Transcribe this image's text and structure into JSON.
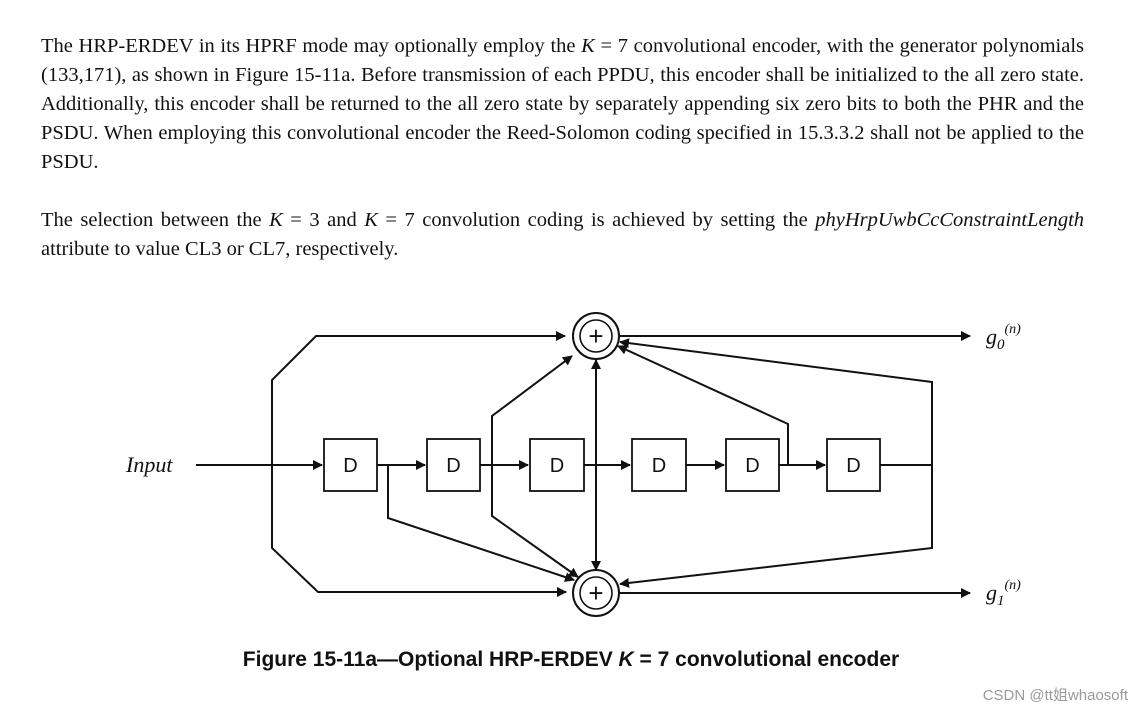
{
  "paragraph1": {
    "p1": "The HRP-ERDEV in its HPRF mode may optionally employ the ",
    "k": "K",
    "p2": " = 7 convolutional encoder, with the generator polynomials (133,171), as shown in Figure 15-11a. Before transmission of each PPDU, this encoder shall be initialized to the all zero state. Additionally, this encoder shall be returned to the all zero state by separately appending six zero bits to both the PHR and the PSDU. When employing this convolutional encoder the Reed-Solomon coding specified in 15.3.3.2 shall not be applied to the PSDU."
  },
  "paragraph2": {
    "p1": "The selection between the ",
    "k1": "K",
    "p2": " = 3 and ",
    "k2": "K",
    "p3": " = 7 convolution coding is achieved by setting the ",
    "attr": "phyHrpUwbCcConstraintLength",
    "p4": " attribute to value CL3 or CL7, respectively."
  },
  "diagram": {
    "input_label": "Input",
    "registers": [
      "D",
      "D",
      "D",
      "D",
      "D",
      "D"
    ],
    "adder_symbol": "+",
    "outputs": [
      {
        "base": "g",
        "sub": "0",
        "sup": "(n)"
      },
      {
        "base": "g",
        "sub": "1",
        "sup": "(n)"
      }
    ]
  },
  "caption": {
    "prefix": "Figure 15-11a—Optional HRP-ERDEV ",
    "k": "K",
    "suffix": " = 7 convolutional encoder"
  },
  "watermark": "CSDN @tt姐whaosoft"
}
